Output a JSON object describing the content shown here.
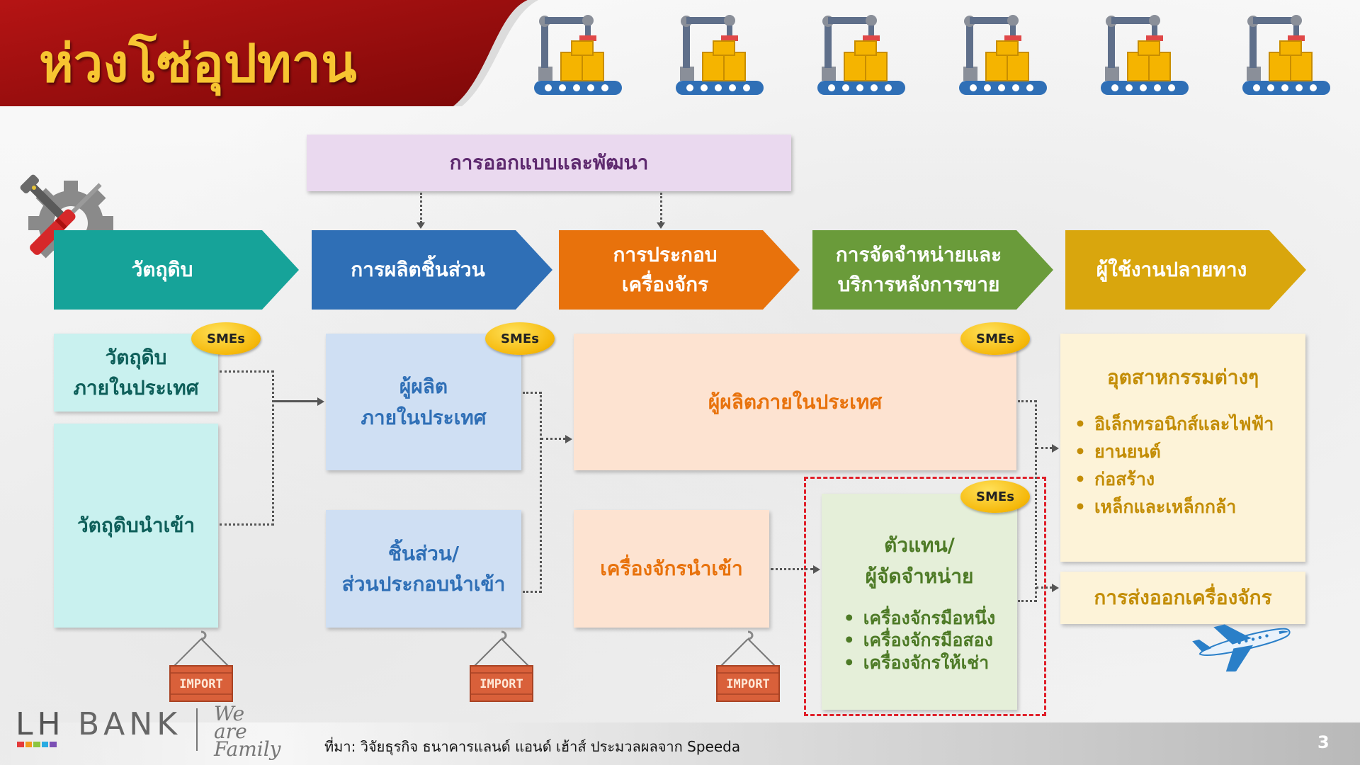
{
  "title": "ห่วงโซ่อุปทาน",
  "colors": {
    "banner_red": "#a30d0d",
    "teal": "#16a399",
    "blue": "#2f6fb6",
    "orange": "#e8720c",
    "green": "#6a9b3a",
    "gold": "#d9a60d",
    "sme_gold": "#f5b80a",
    "red_dash": "#e0202a"
  },
  "design_box": {
    "label": "การออกแบบและพัฒนา"
  },
  "stages": [
    {
      "label": "วัตถุดิบ"
    },
    {
      "label": "การผลิตชิ้นส่วน"
    },
    {
      "label": "การประกอบ\nเครื่องจักร"
    },
    {
      "label": "การจัดจำหน่ายและ\nบริการหลังการขาย"
    },
    {
      "label": "ผู้ใช้งานปลายทาง"
    }
  ],
  "boxes": {
    "raw_domestic": "วัตถุดิบ\nภายในประเทศ",
    "raw_import": "วัตถุดิบนำเข้า",
    "parts_domestic": "ผู้ผลิต\nภายในประเทศ",
    "parts_import": "ชิ้นส่วน/\nส่วนประกอบนำเข้า",
    "assembly_domestic": "ผู้ผลิตภายในประเทศ",
    "machine_import": "เครื่องจักรนำเข้า",
    "dealer_title": "ตัวแทน/\nผู้จัดจำหน่าย",
    "dealer_items": [
      "เครื่องจักรมือหนึ่ง",
      "เครื่องจักรมือสอง",
      "เครื่องจักรให้เช่า"
    ],
    "industries_title": "อุตสาหกรรมต่างๆ",
    "industries_items": [
      "อิเล็กทรอนิกส์และไฟฟ้า",
      "ยานยนต์",
      "ก่อสร้าง",
      "เหล็กและเหล็กกล้า"
    ],
    "export": "การส่งออกเครื่องจักร"
  },
  "sme_badge": "SMEs",
  "import_label": "IMPORT",
  "icons": [
    "robot-arm-conveyor-icon",
    "gear-wrench-screwdriver-icon",
    "import-crate-icon",
    "airplane-icon"
  ],
  "footer": {
    "logo_lh": "LH",
    "logo_bank": "BANK",
    "logo_family": "We\nare\nFamily",
    "source": "ที่มา: วิจัยธุรกิจ ธนาคารแลนด์ แอนด์ เฮ้าส์ ประมวลผลจาก Speeda",
    "page_number": "3"
  }
}
